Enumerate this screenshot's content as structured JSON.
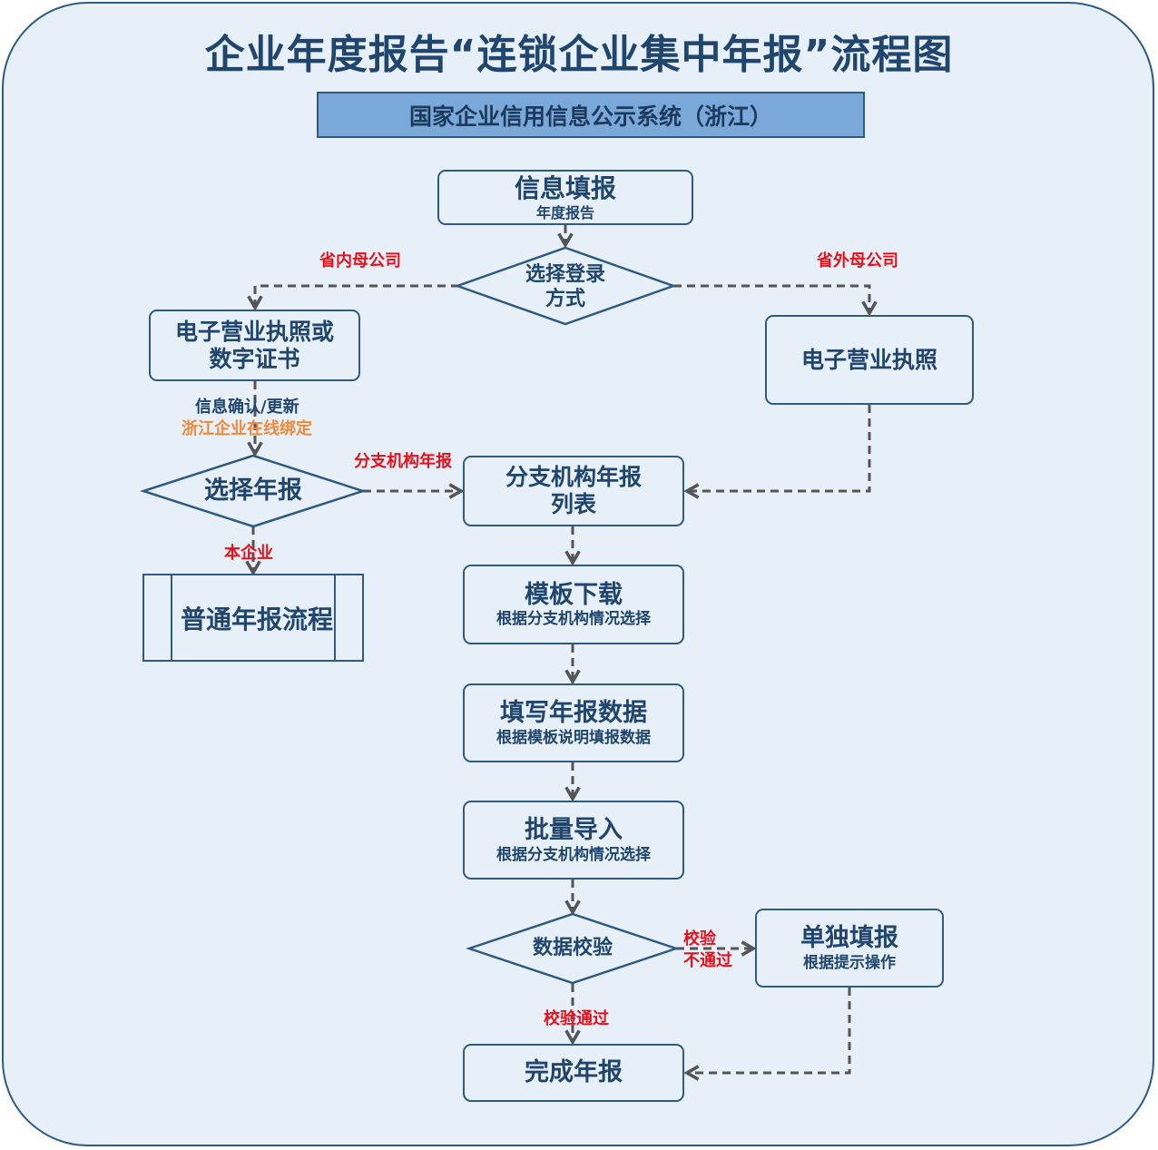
{
  "title": "企业年度报告“连锁企业集中年报”流程图",
  "subtitle": "国家企业信用信息公示系统（浙江）",
  "nodes": {
    "info_fill": {
      "main": "信息填报",
      "sub": "年度报告"
    },
    "choose_login": {
      "line1": "选择登录",
      "line2": "方式"
    },
    "license_or_cert": {
      "line1": "电子营业执照或",
      "line2": "数字证书"
    },
    "license": {
      "main": "电子营业执照"
    },
    "choose_report": {
      "main": "选择年报"
    },
    "branch_list": {
      "line1": "分支机构年报",
      "line2": "列表"
    },
    "normal_flow": {
      "main": "普通年报流程"
    },
    "template_download": {
      "main": "模板下载",
      "sub": "根据分支机构情况选择"
    },
    "fill_data": {
      "main": "填写年报数据",
      "sub": "根据模板说明填报数据"
    },
    "batch_import": {
      "main": "批量导入",
      "sub": "根据分支机构情况选择"
    },
    "data_check": {
      "main": "数据校验"
    },
    "single_fill": {
      "main": "单独填报",
      "sub": "根据提示操作"
    },
    "complete": {
      "main": "完成年报"
    }
  },
  "edge_labels": {
    "in_province": "省内母公司",
    "out_province": "省外母公司",
    "info_confirm": "信息确认/更新",
    "zj_bind": "浙江企业在线绑定",
    "branch_report": "分支机构年报",
    "own_company": "本企业",
    "check_fail_1": "校验",
    "check_fail_2": "不通过",
    "check_pass": "校验通过"
  },
  "colors": {
    "dark_blue": "#21466d",
    "border_blue": "#2f5a82",
    "background": "#e7f0f9",
    "header_fill": "#7aa8d8",
    "label_red": "#e8101a",
    "label_orange": "#ee8a3a",
    "connector": "#555555"
  }
}
